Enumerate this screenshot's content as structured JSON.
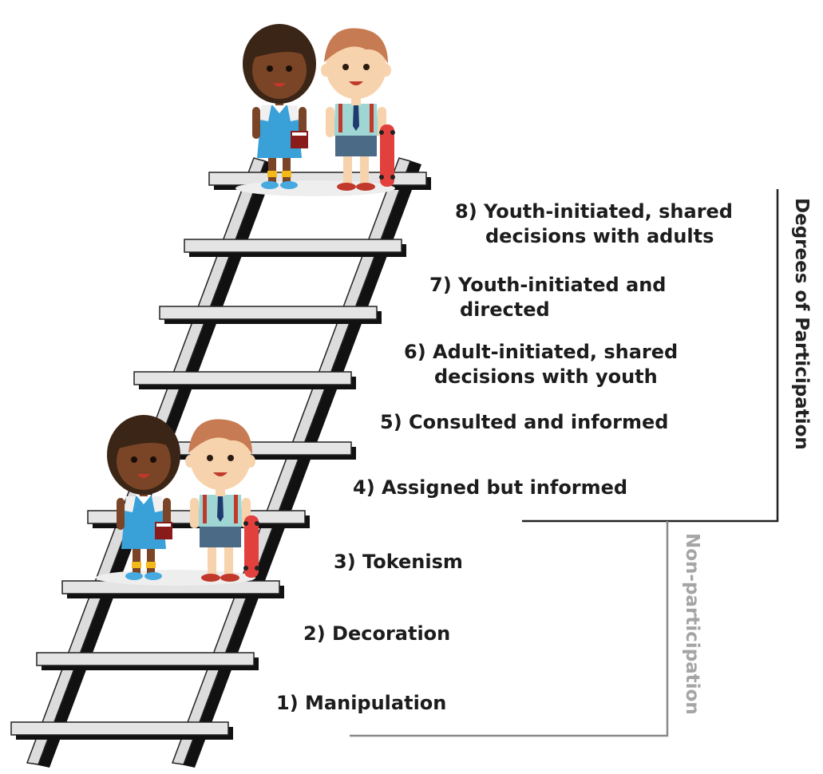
{
  "rungs": [
    {
      "number": "1)",
      "lines": [
        "Manipulation"
      ]
    },
    {
      "number": "2)",
      "lines": [
        "Decoration"
      ]
    },
    {
      "number": "3)",
      "lines": [
        "Tokenism"
      ]
    },
    {
      "number": "4)",
      "lines": [
        "Assigned but informed"
      ]
    },
    {
      "number": "5)",
      "lines": [
        "Consulted and informed"
      ]
    },
    {
      "number": "6)",
      "lines": [
        "Adult-initiated, shared",
        "decisions with youth"
      ]
    },
    {
      "number": "7)",
      "lines": [
        "Youth-initiated and",
        "directed"
      ]
    },
    {
      "number": "8)",
      "lines": [
        "Youth-initiated, shared",
        "decisions with adults"
      ]
    }
  ],
  "groups": {
    "participation": "Degrees of Participation",
    "non_participation": "Non-participation"
  },
  "colors": {
    "participation_bracket": "#222222",
    "non_participation_bracket": "#8a8a8a",
    "non_participation_text": "#a5a5a5",
    "rung_face": "#e4e4e4",
    "rung_shadow": "#111111",
    "rail_face": "#dcdcdc",
    "girl_skin": "#7a4426",
    "girl_hair": "#3a2516",
    "girl_dress": "#3aa0d8",
    "boy_skin": "#f6d3ad",
    "boy_hair": "#c77b52",
    "boy_shirt": "#9fd6d4",
    "boy_shorts": "#4a6a86",
    "skateboard": "#e2403d"
  }
}
